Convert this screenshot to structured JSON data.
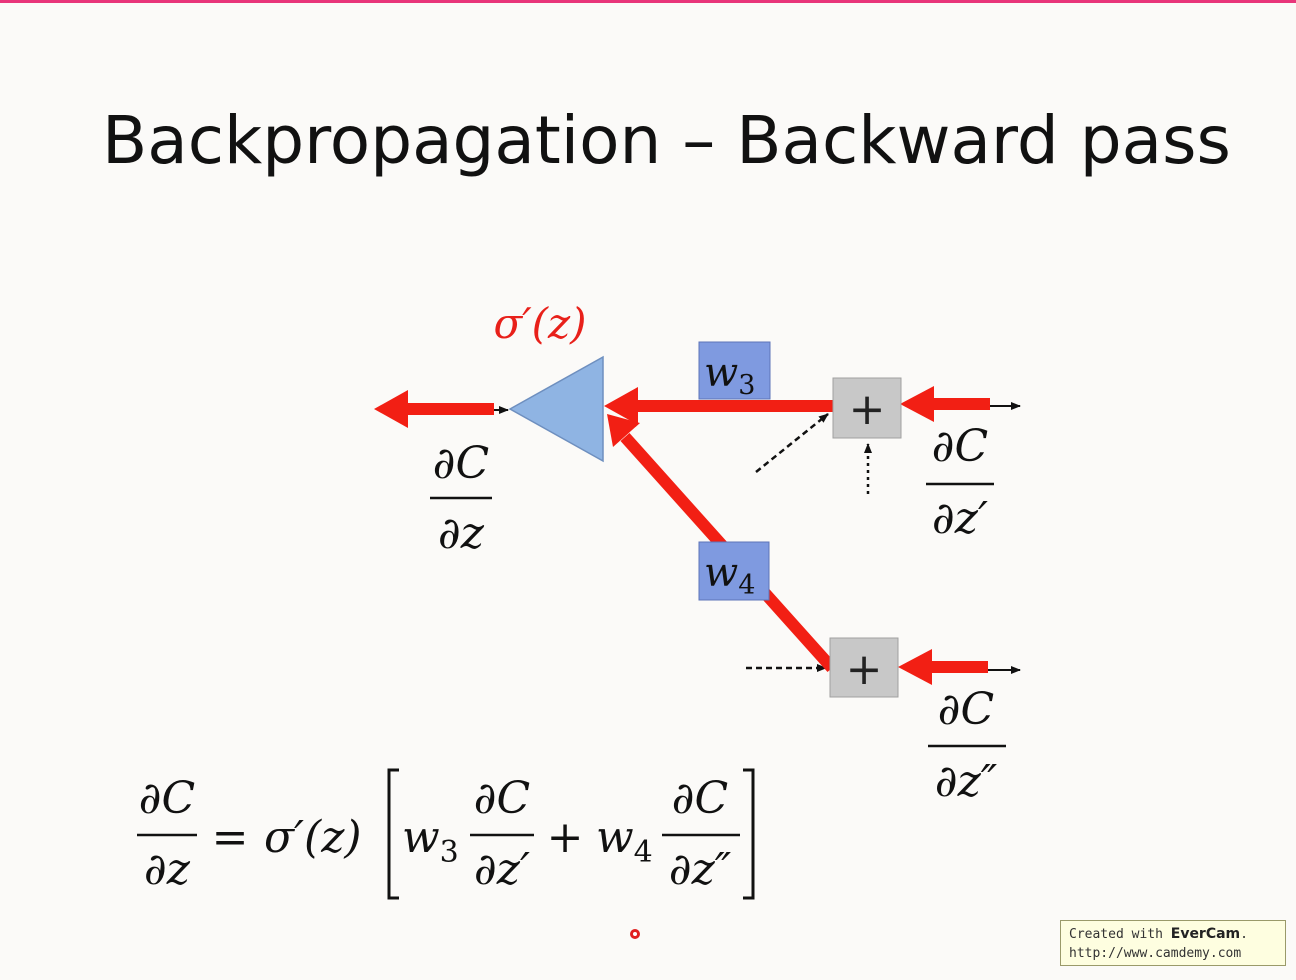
{
  "slide": {
    "title": "Backpropagation – Backward pass"
  },
  "diagram": {
    "activation_label": "σ′(z)",
    "weights": {
      "w3": {
        "base": "w",
        "sub": "3"
      },
      "w4": {
        "base": "w",
        "sub": "4"
      }
    },
    "plus_symbol": "+",
    "grad_out": {
      "num": "∂C",
      "den": "∂z"
    },
    "grad_in_1": {
      "num": "∂C",
      "den": "∂z′"
    },
    "grad_in_2": {
      "num": "∂C",
      "den": "∂z″"
    }
  },
  "equation": {
    "lhs_num": "∂C",
    "lhs_den": "∂z",
    "equals": "=",
    "sigma": "σ′(z)",
    "w3": "w",
    "w3_sub": "3",
    "t1_num": "∂C",
    "t1_den": "∂z′",
    "plus": "+",
    "w4": "w",
    "w4_sub": "4",
    "t2_num": "∂C",
    "t2_den": "∂z″"
  },
  "watermark": {
    "line1_prefix": "Created with ",
    "brand": "EverCam",
    "line1_suffix": ".",
    "line2": "http://www.camdemy.com"
  },
  "colors": {
    "arrow_red": "#f21f14",
    "neuron_blue": "#8fb4e3",
    "weight_box": "#7f9ae0",
    "plus_box": "#c8c8c8"
  }
}
